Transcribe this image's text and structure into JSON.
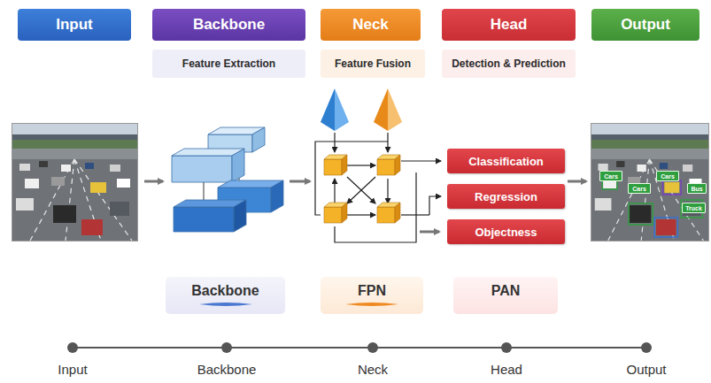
{
  "diagram": {
    "nodes": [
      {
        "text": [
          "Input"
        ]
      },
      {
        "text": [
          "Backbone"
        ]
      },
      {
        "text": [
          "Neck"
        ]
      },
      {
        "text": [
          "Head"
        ]
      },
      {
        "text": [
          "Output"
        ]
      },
      {
        "text": [
          "Feature Extraction"
        ]
      },
      {
        "text": [
          "Feature Fusion"
        ]
      },
      {
        "text": [
          "Detection & Prediction"
        ]
      },
      {
        "text": [
          "Classification"
        ]
      },
      {
        "text": [
          "Regression"
        ]
      },
      {
        "text": [
          "Objectness"
        ]
      },
      {
        "text": [
          "Cars"
        ]
      },
      {
        "text": [
          "Cars"
        ]
      },
      {
        "text": [
          "Cars"
        ]
      },
      {
        "text": [
          "Bus"
        ]
      },
      {
        "text": [
          "Truck"
        ]
      },
      {
        "text": [
          "Backbone"
        ]
      },
      {
        "text": [
          "FPN"
        ]
      },
      {
        "text": [
          "PAN"
        ]
      }
    ],
    "labels": [
      "Input",
      "Backbone",
      "Neck",
      "Head",
      "Output"
    ]
  }
}
